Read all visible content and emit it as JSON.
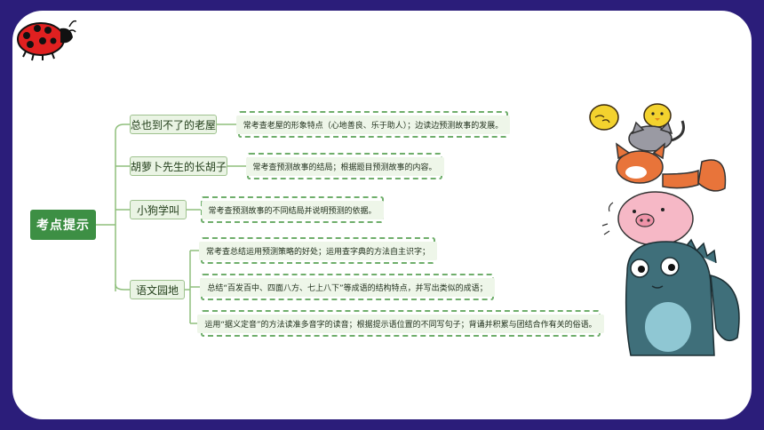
{
  "mindmap": {
    "root": "考点提示",
    "topics": [
      {
        "label": "总也到不了的老屋",
        "notes": [
          "常考查老屋的形象特点（心地善良、乐于助人）；边读边预测故事的发展。"
        ]
      },
      {
        "label": "胡萝卜先生的长胡子",
        "notes": [
          "常考查预测故事的结局；根据题目预测故事的内容。"
        ]
      },
      {
        "label": "小狗学叫",
        "notes": [
          "常考查预测故事的不同结局并说明预测的依据。"
        ]
      },
      {
        "label": "语文园地",
        "notes": [
          "常考查总结运用预测策略的好处；运用查字典的方法自主识字；",
          "总结“百发百中、四面八方、七上八下”等成语的结构特点，并写出类似的成语；",
          "运用“据义定音”的方法读准多音字的读音；根据提示语位置的不同写句子；背诵并积累与团结合作有关的俗语。"
        ]
      }
    ]
  },
  "colors": {
    "background": "#2b1d7a",
    "root_fill": "#3d8f44",
    "topic_fill": "#eaf4e4",
    "note_border": "#6fae6b",
    "connector": "#8fbf7c"
  },
  "decorations": {
    "top_left": "ladybug-icon",
    "right": "stacked-animals-illustration"
  }
}
